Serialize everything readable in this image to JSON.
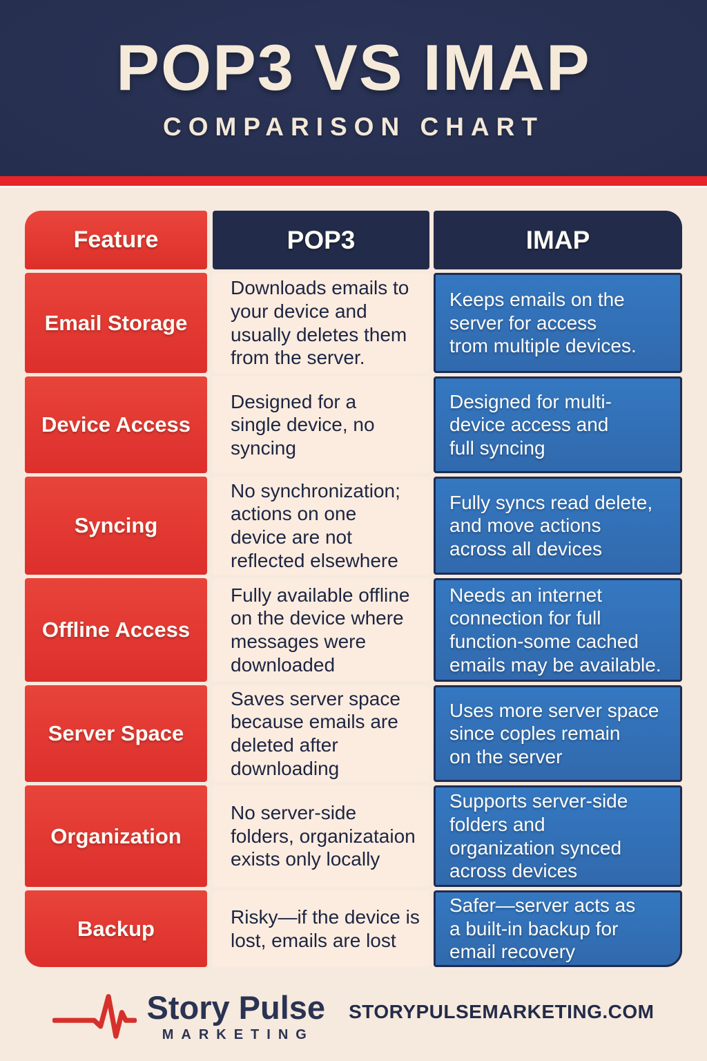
{
  "header": {
    "title": "POP3 VS IMAP",
    "subtitle": "COMPARISON CHART"
  },
  "table": {
    "columns": [
      "Feature",
      "POP3",
      "IMAP"
    ],
    "rows": [
      {
        "feature": "Email Storage",
        "pop3": "Downloads emails to\n your device and\nusually deletes them\nfrom the server.",
        "imap": "Keeps emails on the\nserver for access\ntrom multiple devices."
      },
      {
        "feature": "Device Access",
        "pop3": "Designed for a\nsingle device, no\nsyncing",
        "imap": "Designed for multi-\ndevice access and\nfull syncing"
      },
      {
        "feature": "Syncing",
        "pop3": "No synchronization;\nactions on one\ndevice are not\nreflected elsewhere",
        "imap": "Fully syncs read delete,\nand move actions\nacross all devices"
      },
      {
        "feature": "Offline Access",
        "pop3": "Fully available offline\non the device where\nmessages were\ndownloaded",
        "imap": "Needs an internet\nconnection for full\nfunction-some cached\nemails may be available."
      },
      {
        "feature": "Server Space",
        "pop3": "Saves server space\nbecause emails are\ndeleted after\ndownloading",
        "imap": "Uses more server space\nsince coples remain\non the server"
      },
      {
        "feature": "Organization",
        "pop3": "No server-side\nfolders, organizataion\nexists only locally",
        "imap": "Supports server-side\nfolders and\norganization synced\nacross devices"
      },
      {
        "feature": "Backup",
        "pop3": "Risky—if the device is\nlost, emails are lost",
        "imap": "Safer—server acts as\na built-in backup for\nemail recovery"
      }
    ]
  },
  "footer": {
    "brand_name": "Story Pulse",
    "brand_sub": "MARKETING",
    "website": "STORYPULSEMARKETING.COM",
    "logo_icon": "heartbeat-pulse-icon"
  },
  "colors": {
    "navy_header": "#252e4e",
    "navy_cell": "#222b49",
    "red_accent": "#e6242a",
    "red_cell": "#e23b33",
    "blue_cell": "#3372ba",
    "blue_cell_border": "#1f2b50",
    "cream_background": "#f6e9dd",
    "pop3_cell_background": "#fbecdf",
    "title_text": "#f5ead9",
    "body_text_navy": "#1d2542"
  }
}
